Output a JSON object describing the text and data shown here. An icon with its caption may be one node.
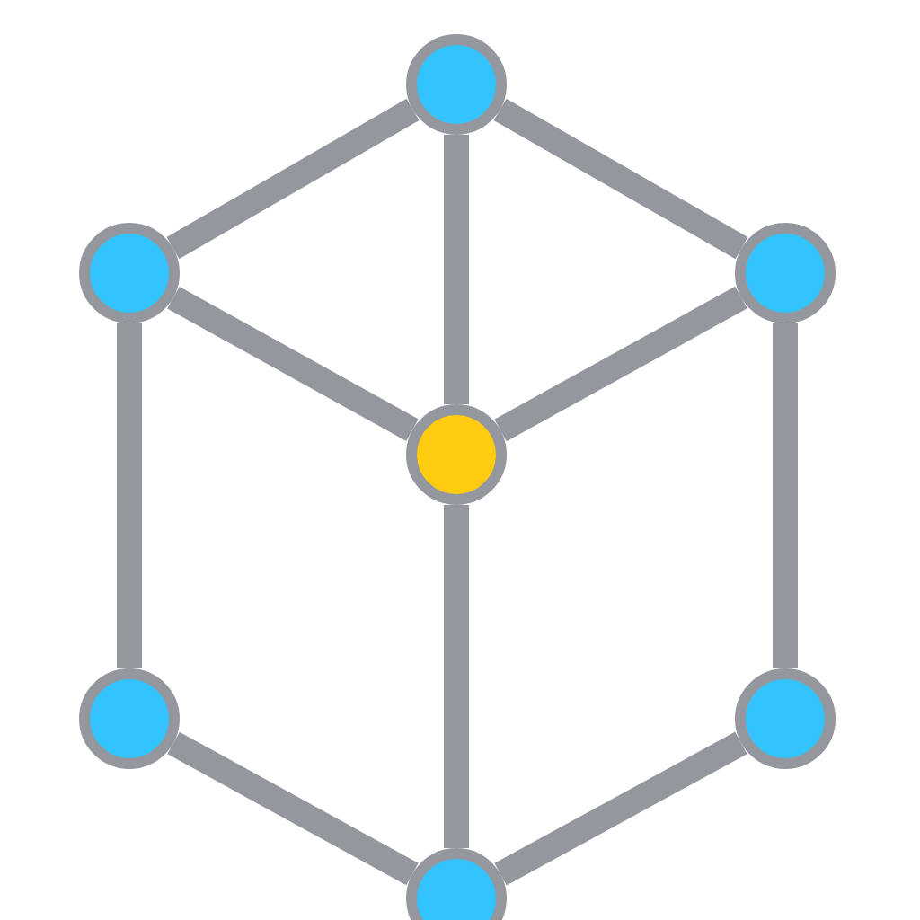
{
  "diagram": {
    "nodes": [
      {
        "text": [],
        "shape": "circle"
      },
      {
        "text": [],
        "shape": "circle"
      },
      {
        "text": [],
        "shape": "circle"
      },
      {
        "text": [],
        "shape": "circle"
      },
      {
        "text": [],
        "shape": "circle"
      },
      {
        "text": [],
        "shape": "circle"
      },
      {
        "text": [],
        "shape": "circle"
      }
    ],
    "edges": [
      {
        "from": 0,
        "to": 1,
        "arrow": "none"
      },
      {
        "from": 0,
        "to": 2,
        "arrow": "none"
      },
      {
        "from": 0,
        "to": 3,
        "arrow": "none"
      },
      {
        "from": 1,
        "to": 3,
        "arrow": "none"
      },
      {
        "from": 2,
        "to": 3,
        "arrow": "none"
      },
      {
        "from": 1,
        "to": 4,
        "arrow": "none"
      },
      {
        "from": 2,
        "to": 5,
        "arrow": "none"
      },
      {
        "from": 3,
        "to": 6,
        "arrow": "none"
      },
      {
        "from": 4,
        "to": 6,
        "arrow": "none"
      },
      {
        "from": 5,
        "to": 6,
        "arrow": "none"
      }
    ]
  }
}
